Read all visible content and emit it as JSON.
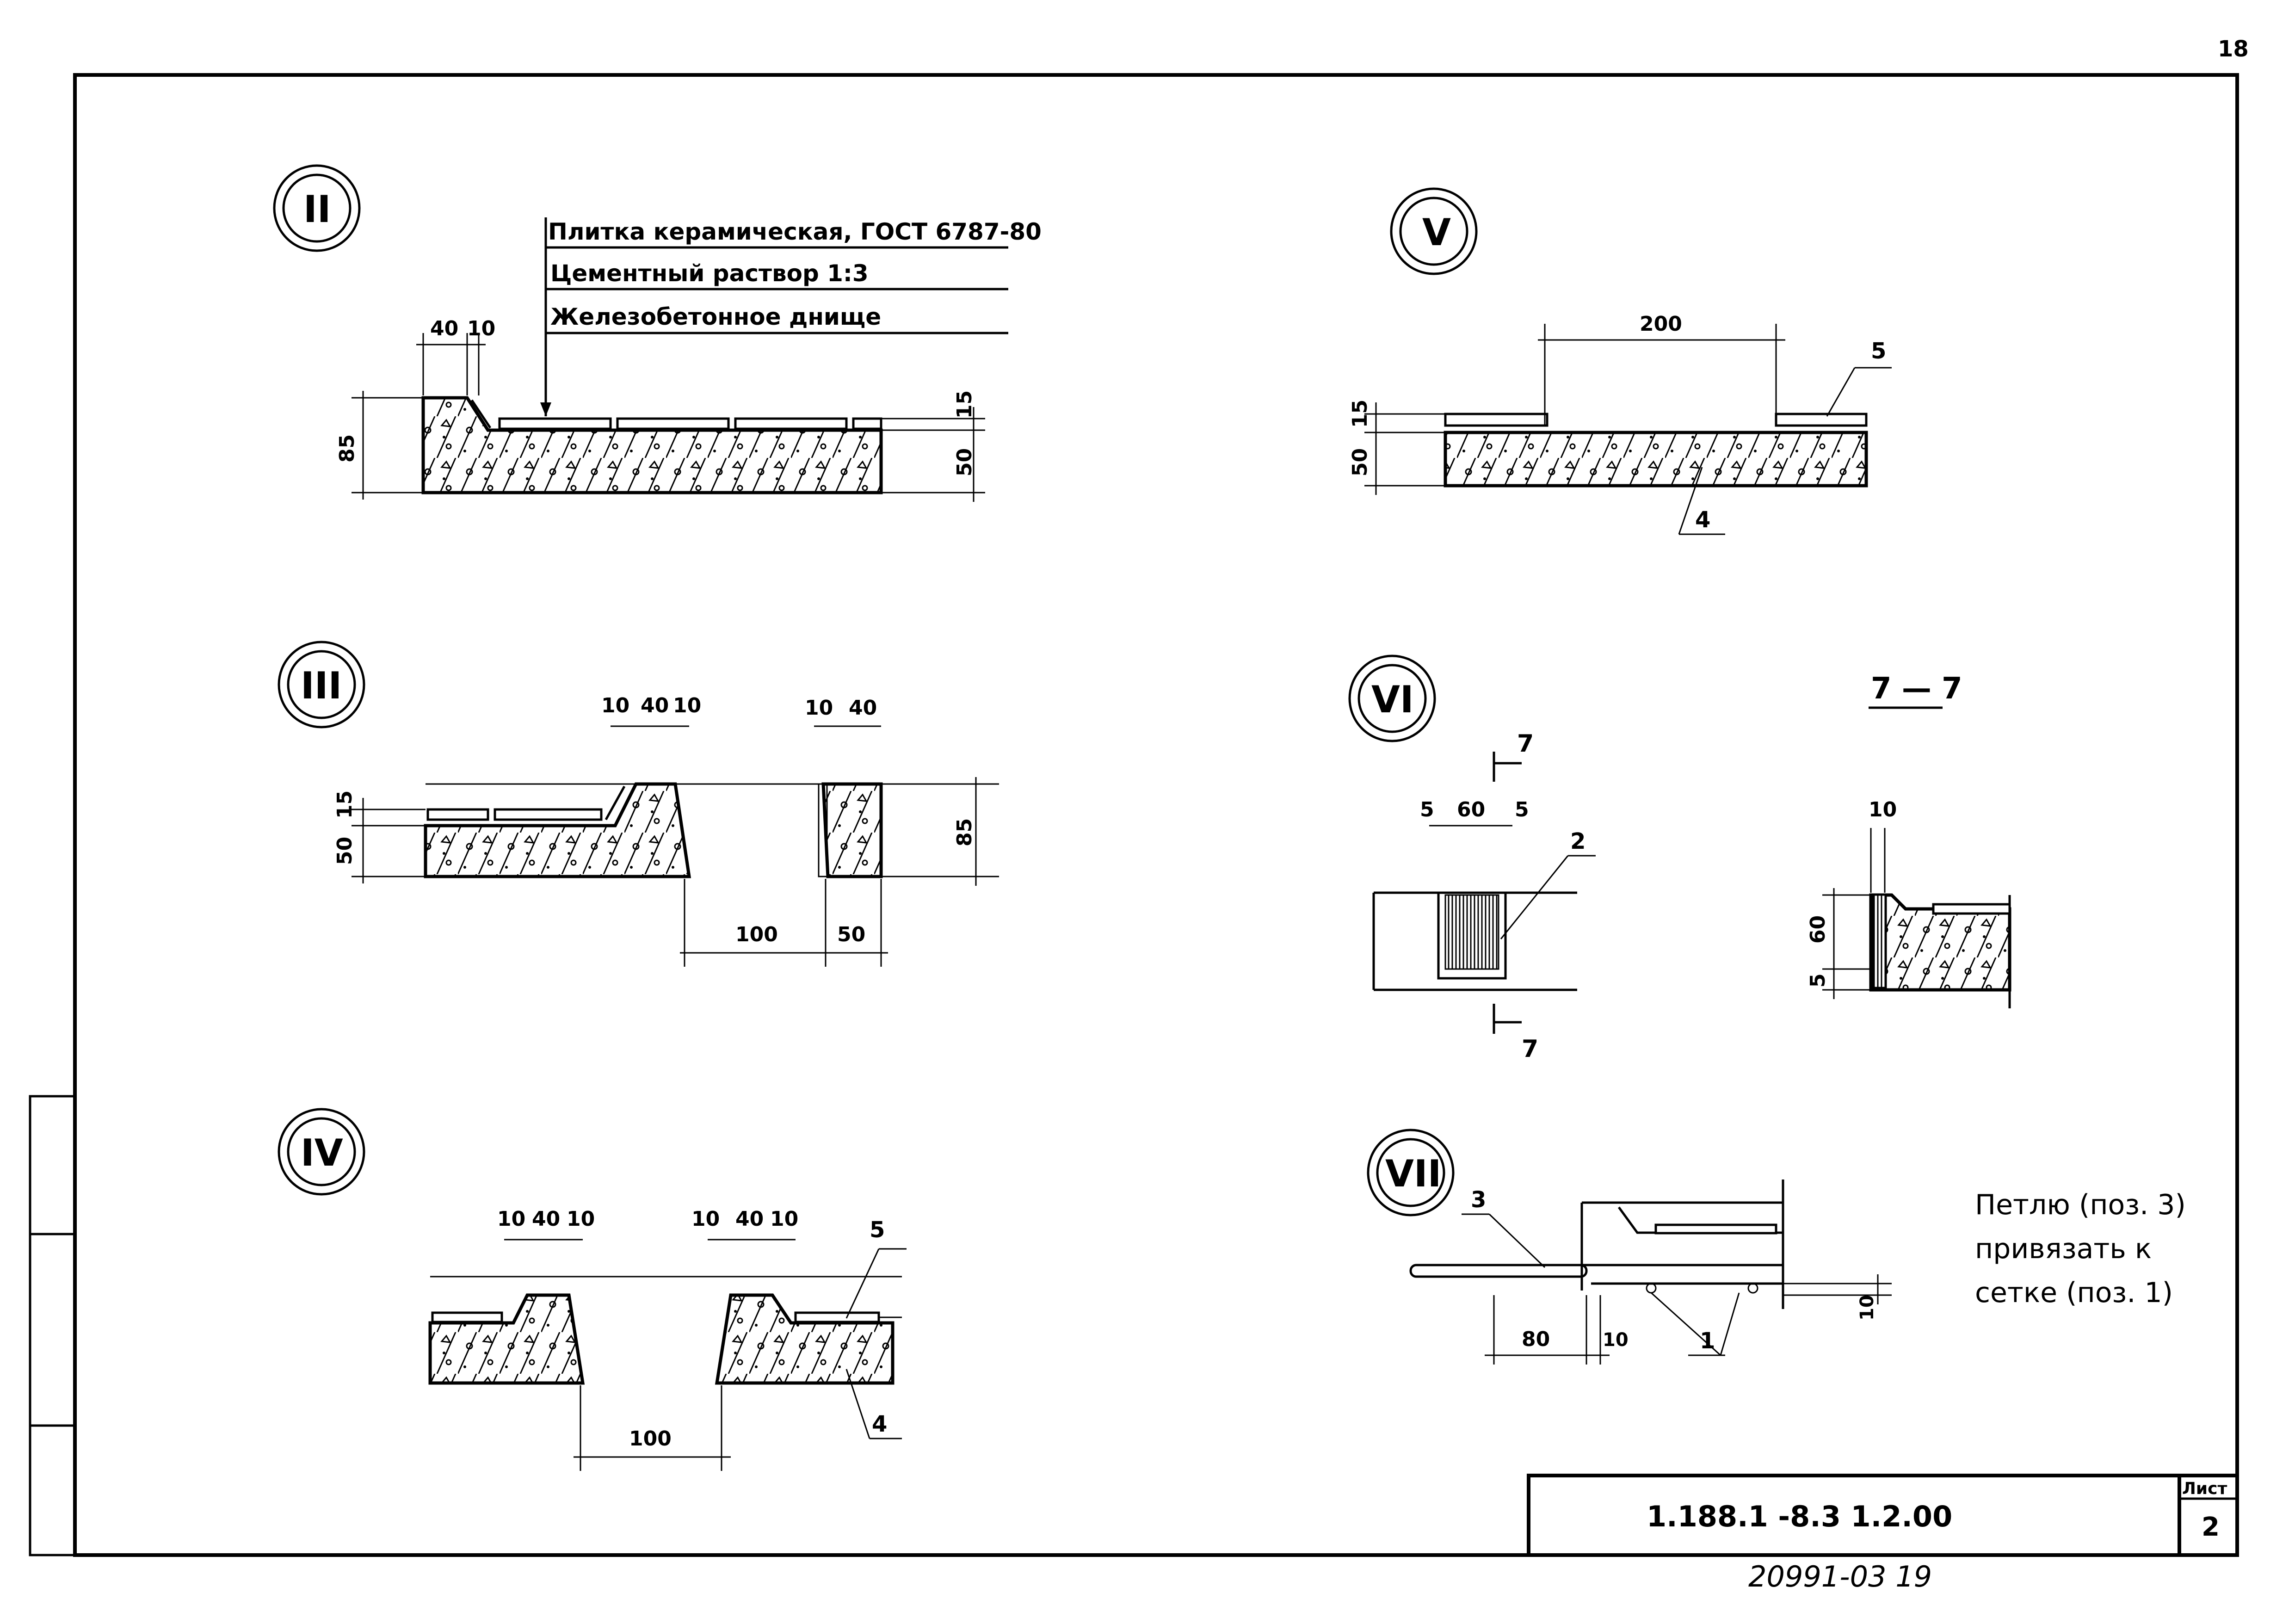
{
  "sheet": {
    "page_number": "18",
    "doc_code": "1.188.1 -8.3  1.2.00",
    "sheet_label": "Лист",
    "sheet_number": "2",
    "inventory_number": "20991-03 19"
  },
  "detail_II": {
    "marker": "II",
    "callout_line1": "Плитка керамическая, ГОСТ 6787-80",
    "callout_line2": "Цементный раствор 1:3",
    "callout_line3": "Железобетонное днище",
    "dim_40": "40",
    "dim_10": "10",
    "dim_85": "85",
    "dim_15": "15",
    "dim_50": "50"
  },
  "detail_III": {
    "marker": "III",
    "dim_10a": "10",
    "dim_40a": "40",
    "dim_10b": "10",
    "dim_10c": "10",
    "dim_40b": "40",
    "dim_15": "15",
    "dim_50": "50",
    "dim_85": "85",
    "dim_100": "100",
    "dim_50b": "50"
  },
  "detail_IV": {
    "marker": "IV",
    "dim_10a": "10",
    "dim_40a": "40",
    "dim_10b": "10",
    "dim_10c": "10",
    "dim_40b": "40",
    "dim_10d": "10",
    "dim_100": "100",
    "pos_5": "5",
    "pos_4": "4"
  },
  "detail_V": {
    "marker": "V",
    "dim_200": "200",
    "dim_15": "15",
    "dim_50": "50",
    "pos_5": "5",
    "pos_4": "4"
  },
  "detail_VI": {
    "marker": "VI",
    "section_title": "7 — 7",
    "cut_mark": "7",
    "dim_5a": "5",
    "dim_60": "60",
    "dim_5b": "5",
    "pos_2": "2",
    "dim_10": "10",
    "dim_60v": "60",
    "dim_5v": "5"
  },
  "detail_VII": {
    "marker": "VII",
    "pos_3": "3",
    "pos_1": "1",
    "dim_80": "80",
    "dim_10a": "10",
    "dim_10b": "10",
    "note_line1": "Петлю (поз. 3)",
    "note_line2": "привязать к",
    "note_line3": "сетке (поз. 1)"
  }
}
